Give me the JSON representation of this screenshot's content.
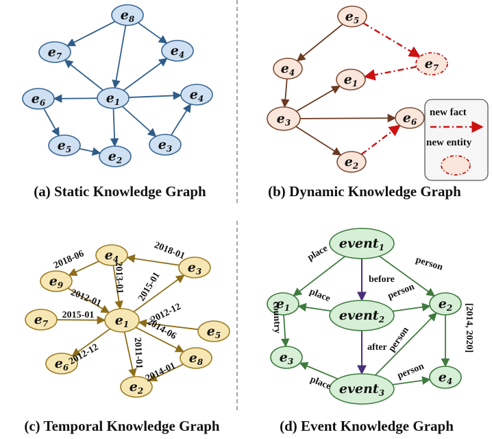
{
  "panels": {
    "a": {
      "caption": "(a) Static Knowledge Graph",
      "colors": {
        "fill": "#cfe0f2",
        "stroke": "#3a6794",
        "edge": "#2f5d8a"
      },
      "nodes": [
        {
          "sym": "e",
          "sub": "8"
        },
        {
          "sym": "e",
          "sub": "7"
        },
        {
          "sym": "e",
          "sub": "4"
        },
        {
          "sym": "e",
          "sub": "6"
        },
        {
          "sym": "e",
          "sub": "1"
        },
        {
          "sym": "e",
          "sub": "4"
        },
        {
          "sym": "e",
          "sub": "5"
        },
        {
          "sym": "e",
          "sub": "3"
        },
        {
          "sym": "e",
          "sub": "2"
        }
      ]
    },
    "b": {
      "caption": "(b) Dynamic Knowledge Graph",
      "colors": {
        "fill": "#fbe6dc",
        "stroke": "#7a4a32",
        "edge": "#6b3a22",
        "new": "#cc1111"
      },
      "nodes": [
        {
          "sym": "e",
          "sub": "5"
        },
        {
          "sym": "e",
          "sub": "4"
        },
        {
          "sym": "e",
          "sub": "7"
        },
        {
          "sym": "e",
          "sub": "1"
        },
        {
          "sym": "e",
          "sub": "3"
        },
        {
          "sym": "e",
          "sub": "6"
        },
        {
          "sym": "e",
          "sub": "2"
        }
      ],
      "legend": {
        "new_fact": "new fact",
        "new_entity": "new entity"
      }
    },
    "c": {
      "caption": "(c) Temporal Knowledge Graph",
      "colors": {
        "fill": "#f7e7b4",
        "stroke": "#9c7d25",
        "edge": "#8c6d1a"
      },
      "nodes": [
        {
          "sym": "e",
          "sub": "4"
        },
        {
          "sym": "e",
          "sub": "9"
        },
        {
          "sym": "e",
          "sub": "3"
        },
        {
          "sym": "e",
          "sub": "7"
        },
        {
          "sym": "e",
          "sub": "1"
        },
        {
          "sym": "e",
          "sub": "5"
        },
        {
          "sym": "e",
          "sub": "6"
        },
        {
          "sym": "e",
          "sub": "8"
        },
        {
          "sym": "e",
          "sub": "2"
        }
      ],
      "edge_labels": [
        "2018-06",
        "2018-01",
        "2013-01",
        "2012-01",
        "2015-01",
        "2015-01",
        "2012-12",
        "2012-12",
        "2014-06",
        "2011-01",
        "2014-01"
      ]
    },
    "d": {
      "caption": "(d) Event Knowledge Graph",
      "colors": {
        "fill": "#d6efd6",
        "stroke": "#3f7a3f",
        "edge": "#3f7a3f",
        "temporal": "#4a2f7a"
      },
      "nodes": [
        {
          "sym": "event",
          "sub": "1"
        },
        {
          "sym": "e",
          "sub": "1"
        },
        {
          "sym": "e",
          "sub": "2"
        },
        {
          "sym": "event",
          "sub": "2"
        },
        {
          "sym": "e",
          "sub": "3"
        },
        {
          "sym": "event",
          "sub": "3"
        },
        {
          "sym": "e",
          "sub": "4"
        }
      ],
      "edge_labels": [
        "place",
        "person",
        "before",
        "place",
        "person",
        "country",
        "[2014, 2020]",
        "after",
        "person",
        "place",
        "person"
      ]
    }
  }
}
